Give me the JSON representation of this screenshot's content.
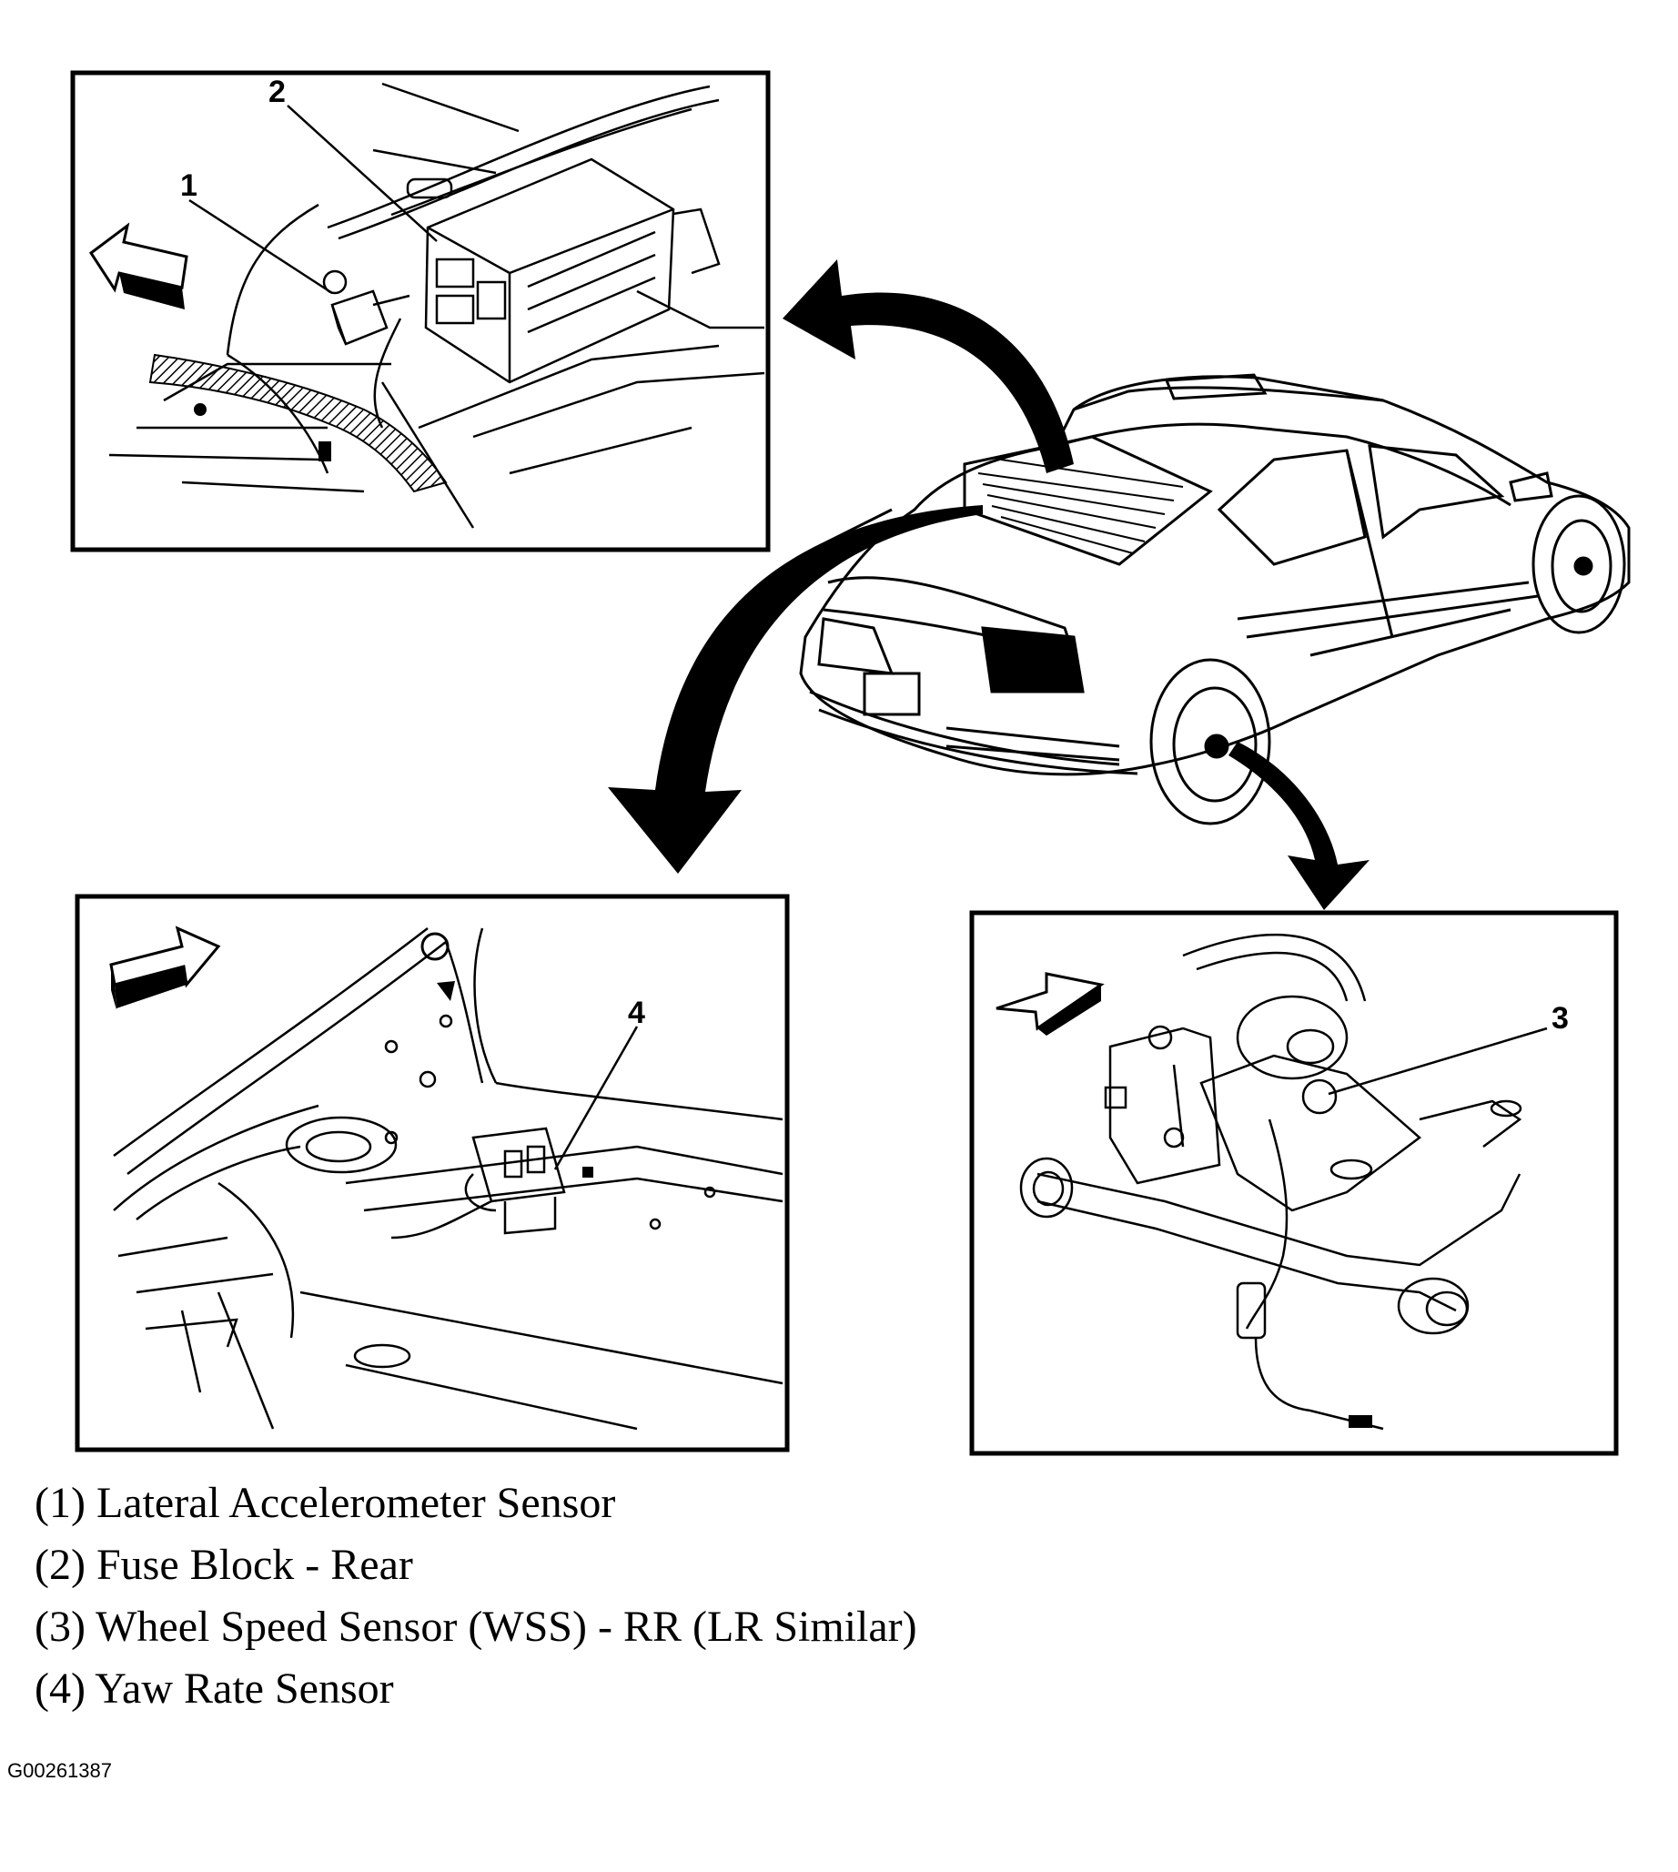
{
  "callouts": {
    "c1": "1",
    "c2": "2",
    "c3": "3",
    "c4": "4"
  },
  "legend": [
    {
      "text": "(1) Lateral Accelerometer Sensor"
    },
    {
      "text": "(2) Fuse Block - Rear"
    },
    {
      "text": "(3) Wheel Speed Sensor (WSS) - RR (LR Similar)"
    },
    {
      "text": "(4) Yaw Rate Sensor"
    }
  ],
  "figure_id": "G00261387"
}
